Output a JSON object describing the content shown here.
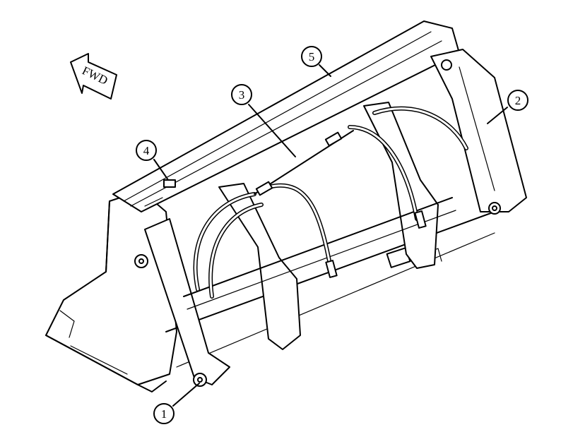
{
  "fwd_arrow": {
    "label": "FWD"
  },
  "callouts": [
    {
      "id": "callout-1",
      "number": "1"
    },
    {
      "id": "callout-2",
      "number": "2"
    },
    {
      "id": "callout-3",
      "number": "3"
    },
    {
      "id": "callout-4",
      "number": "4"
    },
    {
      "id": "callout-5",
      "number": "5"
    }
  ]
}
